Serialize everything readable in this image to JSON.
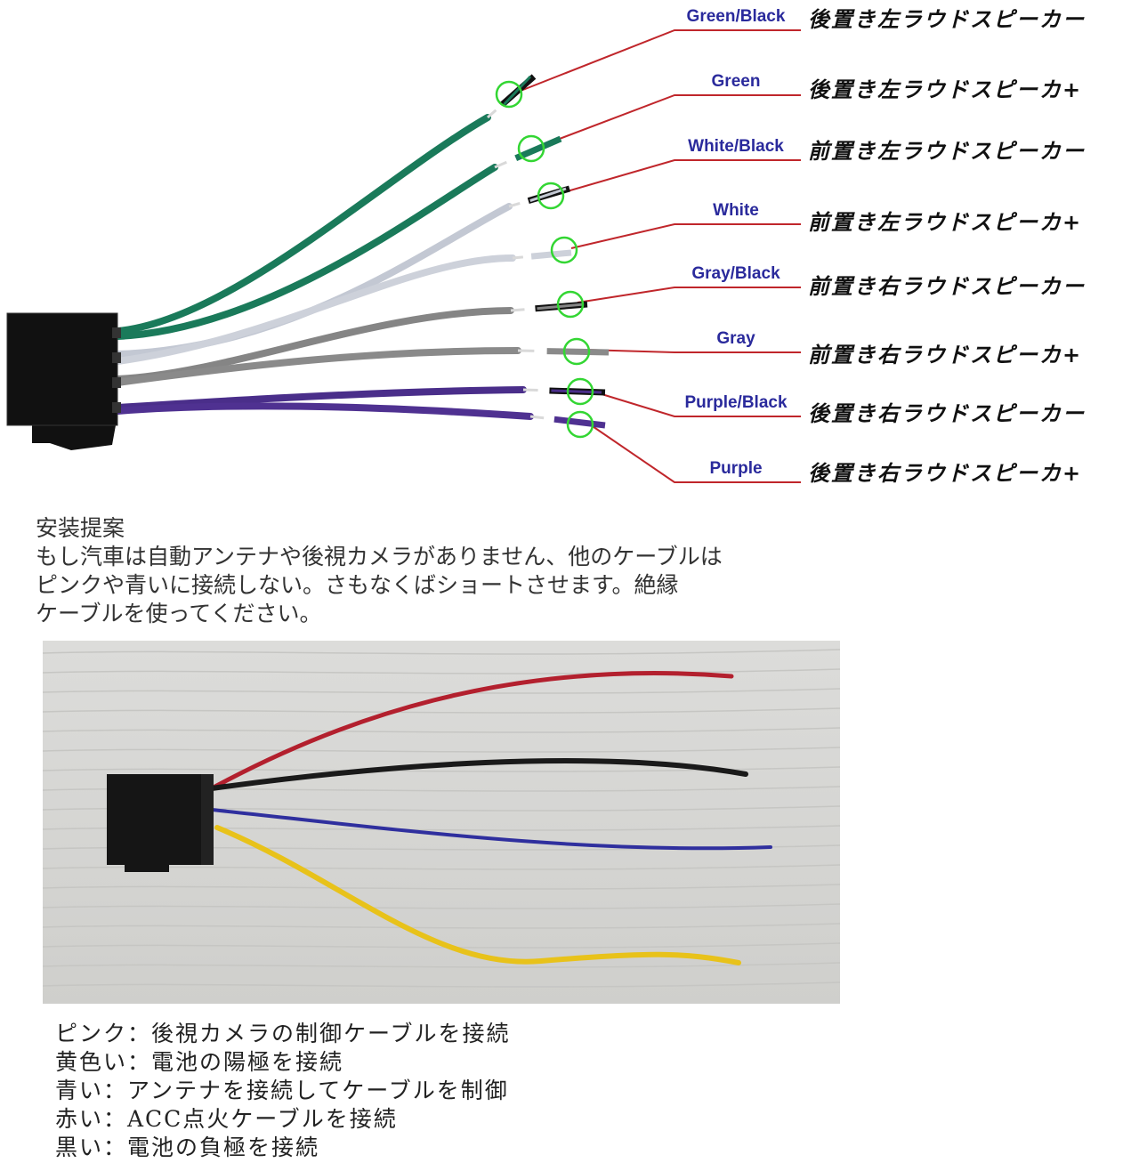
{
  "wires": [
    {
      "color_name": "Green/Black",
      "function": "後置き左ラウドスピーカー",
      "color": "#1a7a5a",
      "stripe": "#111111"
    },
    {
      "color_name": "Green",
      "function": "後置き左ラウドスピーカ+",
      "color": "#1a7a5a",
      "stripe": ""
    },
    {
      "color_name": "White/Black",
      "function": "前置き左ラウドスピーカー",
      "color": "#c3c8d3",
      "stripe": "#111111"
    },
    {
      "color_name": "White",
      "function": "前置き左ラウドスピーカ+",
      "color": "#cdd1da",
      "stripe": ""
    },
    {
      "color_name": "Gray/Black",
      "function": "前置き右ラウドスピーカー",
      "color": "#858585",
      "stripe": "#111111"
    },
    {
      "color_name": "Gray",
      "function": "前置き右ラウドスピーカ+",
      "color": "#8a8a8a",
      "stripe": ""
    },
    {
      "color_name": "Purple/Black",
      "function": "後置き右ラウドスピーカー",
      "color": "#4a2e8a",
      "stripe": "#111111"
    },
    {
      "color_name": "Purple",
      "function": "後置き右ラウドスピーカ+",
      "color": "#4f3191",
      "stripe": ""
    }
  ],
  "colors": {
    "leader_line": "#c0262b",
    "highlight_ring": "#33d633",
    "wire_label": "#2a2a9c",
    "connector": "#111111"
  },
  "suggestion": {
    "title": "安装提案",
    "lines": [
      "もし汽車は自動アンテナや後視カメラがありません、他のケーブルは",
      "ピンクや青いに接続しない。さもなくばショートさせます。絶縁",
      "ケーブルを使ってください。"
    ]
  },
  "photo_wires": [
    {
      "color": "#b3202e"
    },
    {
      "color": "#1a1a1a"
    },
    {
      "color": "#2f2f9e"
    },
    {
      "color": "#e8c21a"
    }
  ],
  "legend": [
    "ピンク：後視カメラの制御ケーブルを接続",
    "黄色い：電池の陽極を接続",
    "青い：アンテナを接続してケーブルを制御",
    "赤い：ACC点火ケーブルを接続",
    "黒い：電池の負極を接続"
  ]
}
